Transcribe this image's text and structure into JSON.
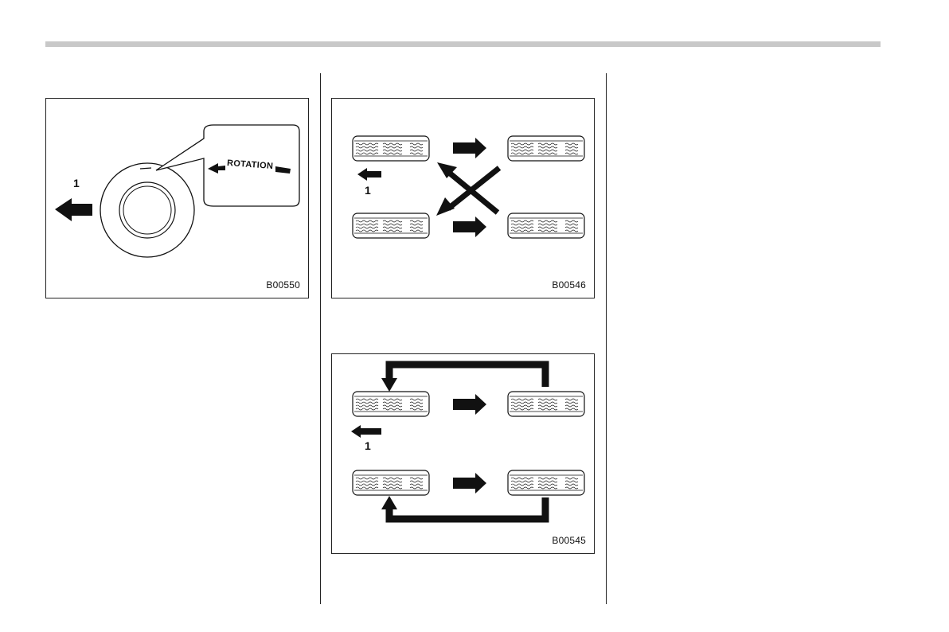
{
  "figures": {
    "fig1": {
      "id": "B00550",
      "callout": "1",
      "label": "ROTATION"
    },
    "fig2": {
      "id": "B00546",
      "callout": "1"
    },
    "fig3": {
      "id": "B00545",
      "callout": "1"
    }
  },
  "icons": [
    "tire-icon",
    "arrow-icon",
    "cross-arrows-icon",
    "loop-arrow-icon"
  ]
}
